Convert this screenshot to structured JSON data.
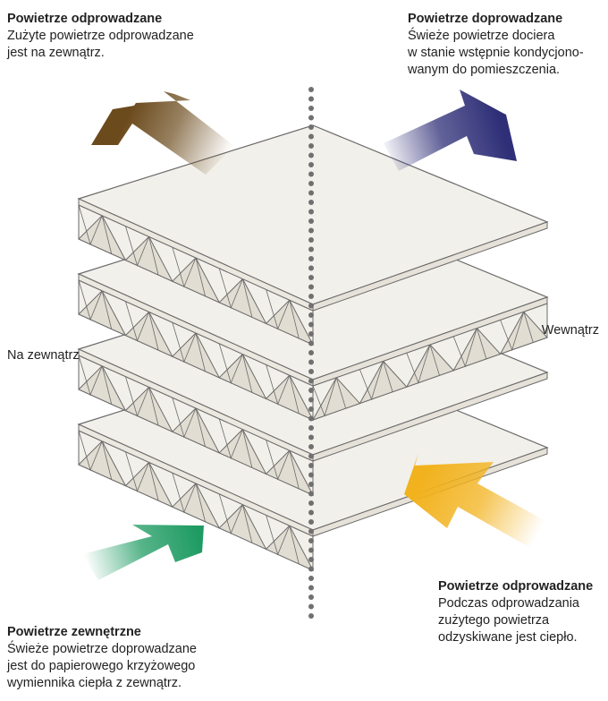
{
  "blocks": {
    "exhaust_out": {
      "title": "Powietrze odprowadzane",
      "lines": [
        "Zużyte powietrze odprowadzane",
        "jest na zewnątrz."
      ]
    },
    "supply_in": {
      "title": "Powietrze doprowadzane",
      "lines": [
        "Świeże powietrze dociera",
        "w stanie wstępnie kondycjono-",
        "wanym do pomieszczenia."
      ]
    },
    "exhaust_in": {
      "title": "Powietrze odprowadzane",
      "lines": [
        "Podczas odprowadzania",
        "zużytego powietrza",
        "odzyskiwane jest ciepło."
      ]
    },
    "outdoor_in": {
      "title": "Powietrze zewnętrzne",
      "lines": [
        "Świeże powietrze doprowadzane",
        "jest do papierowego krzyżowego",
        "wymiennika ciepła z zewnątrz."
      ]
    }
  },
  "sides": {
    "outside": "Na zewnątrz",
    "inside": "Wewnątrz"
  },
  "colors": {
    "arrow_exhaust_out": "#6b4a1c",
    "arrow_supply_in": "#2f2f78",
    "arrow_exhaust_in": "#f2b21d",
    "arrow_outdoor_in": "#1e9b62",
    "plate_fill": "#f2f0ea",
    "fin_fill": "#e2ddd2",
    "outline": "#6a6a6a",
    "divider_dots": "#707070"
  },
  "icons": {
    "arrows": "gradient-arrow-icon"
  }
}
